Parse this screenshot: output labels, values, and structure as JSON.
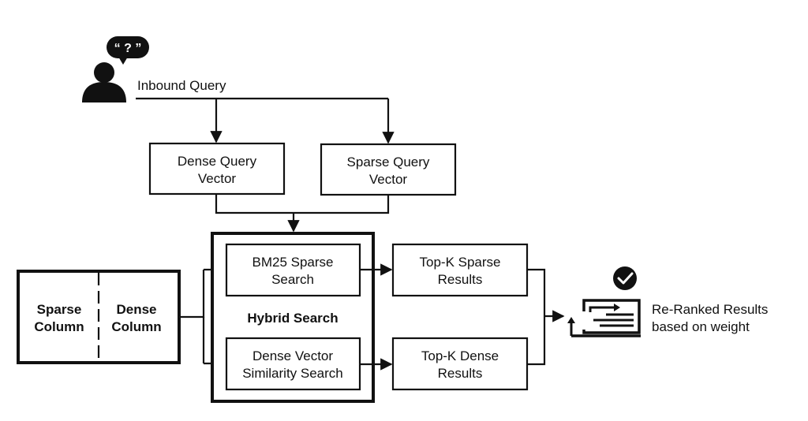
{
  "query": {
    "bubble_text": "“ ? ”",
    "label": "Inbound Query"
  },
  "vectors": {
    "dense": [
      "Dense Query",
      "Vector"
    ],
    "sparse": [
      "Sparse Query",
      "Vector"
    ]
  },
  "columns": {
    "sparse": [
      "Sparse",
      "Column"
    ],
    "dense": [
      "Dense",
      "Column"
    ]
  },
  "hybrid": {
    "title": "Hybrid Search",
    "bm25": [
      "BM25 Sparse",
      "Search"
    ],
    "dense_search": [
      "Dense Vector",
      "Similarity Search"
    ]
  },
  "results": {
    "sparse": [
      "Top-K Sparse",
      "Results"
    ],
    "dense": [
      "Top-K Dense",
      "Results"
    ]
  },
  "reranked": [
    "Re-Ranked Results",
    "based on weight"
  ]
}
